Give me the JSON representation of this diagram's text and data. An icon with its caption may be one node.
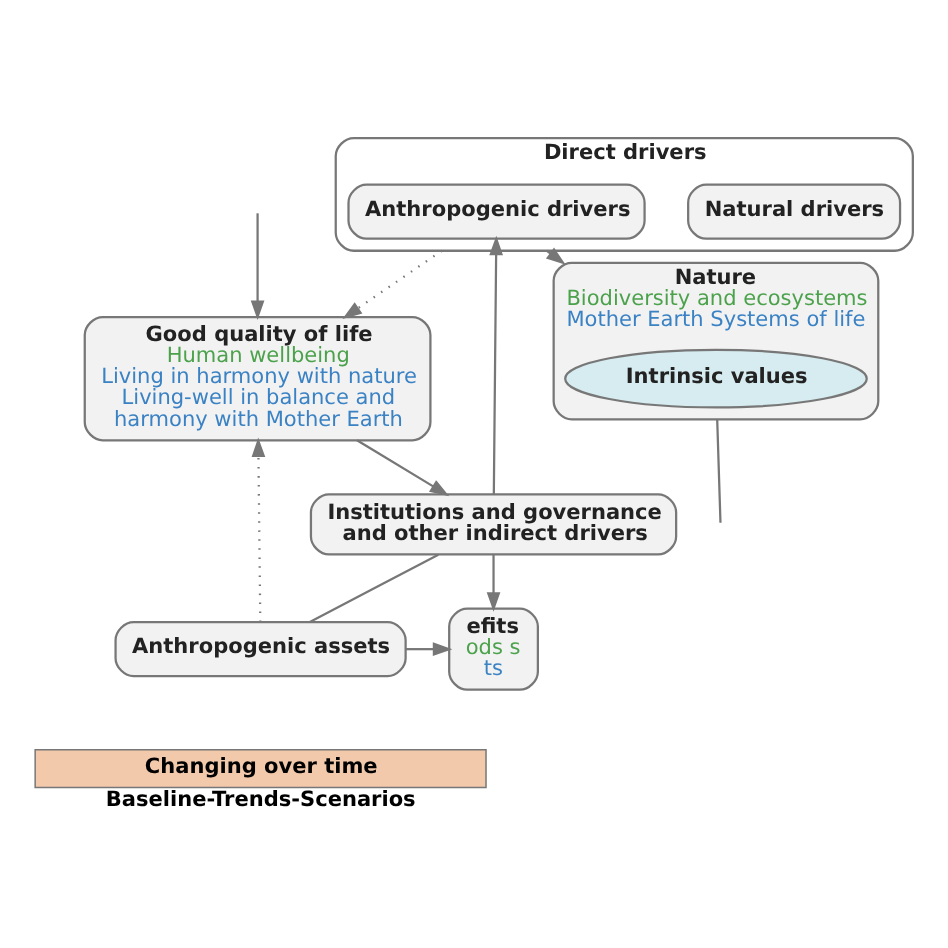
{
  "diagram": {
    "nodes": [
      {
        "text": [
          "Good quality of life",
          "Human wellbeing",
          "Living in harmony with nature Living-well in balance and harmony with Mother Earth"
        ]
      },
      {
        "text": [
          "efits",
          "ods s",
          "ts"
        ]
      },
      {
        "text": [
          "Anthropogenic assets"
        ]
      },
      {
        "text": [
          "Direct drivers"
        ]
      },
      {
        "text": [
          "Natural drivers"
        ],
        "in": 3
      },
      {
        "text": [
          "Anthropogenic drivers"
        ],
        "in": 3
      },
      {
        "text": [
          "Institutions and governance and other indirect drivers"
        ]
      },
      {
        "text": [
          "Nature",
          "Biodiversity and ecosystems",
          "Mother Earth Systems of life"
        ]
      },
      {
        "text": [
          "Intrinsic values"
        ],
        "in": 7
      },
      {
        "text": [
          "Changing over time"
        ],
        "beside": [
          "Baseline-Trends-Scenarios"
        ]
      }
    ],
    "edges": [
      {
        "from": null,
        "to": 0,
        "arrow": "to"
      },
      {
        "from": 2,
        "to": 0,
        "arrow": "to",
        "style": "dashed"
      },
      {
        "from": 3,
        "to": 0,
        "arrow": "to",
        "style": "dashed"
      },
      {
        "from": 0,
        "to": 6,
        "arrow": "to"
      },
      {
        "from": 2,
        "to": 1,
        "arrow": "to"
      },
      {
        "from": 2,
        "to": 6,
        "arrow": "none"
      },
      {
        "from": 6,
        "to": 1,
        "arrow": "to"
      },
      {
        "from": 6,
        "to": 5,
        "arrow": "to"
      },
      {
        "from": 3,
        "to": 7,
        "arrow": "to"
      },
      {
        "from": 7,
        "to": null,
        "arrow": "none"
      }
    ]
  }
}
